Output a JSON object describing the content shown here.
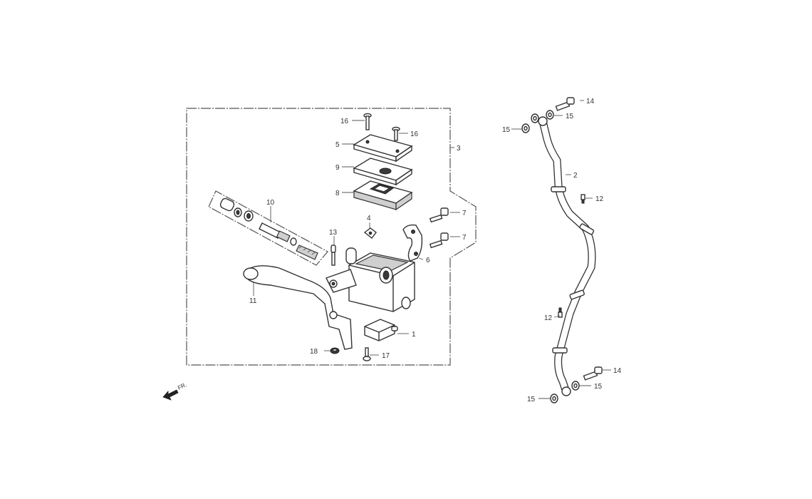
{
  "callouts": {
    "c1": "1",
    "c2": "2",
    "c3": "3",
    "c4": "4",
    "c5": "5",
    "c6": "6",
    "c7a": "7",
    "c7b": "7",
    "c8": "8",
    "c9": "9",
    "c10": "10",
    "c11": "11",
    "c12a": "12",
    "c12b": "12",
    "c13": "13",
    "c14a": "14",
    "c14b": "14",
    "c15a": "15",
    "c15b": "15",
    "c15c": "15",
    "c15d": "15",
    "c16a": "16",
    "c16b": "16",
    "c17": "17",
    "c18": "18"
  },
  "direction": {
    "label": "FR."
  }
}
